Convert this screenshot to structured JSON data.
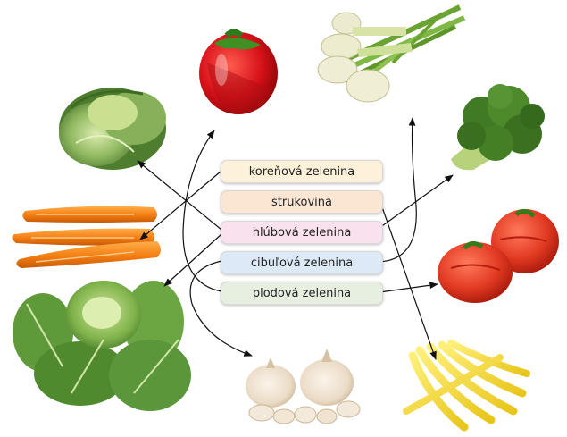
{
  "labels": {
    "root": "koreňová zelenina",
    "legume": "strukovina",
    "leaf": "hlúbová zelenina",
    "bulb": "cibuľová zelenina",
    "fruit": "plodová zelenina"
  },
  "colors": {
    "root": "#fdf1d9",
    "legume": "#fbe6d4",
    "leaf": "#f9e1ee",
    "bulb": "#dde9f7",
    "fruit": "#e7f0e0",
    "arrow": "#111111"
  },
  "vegetables": [
    "red-pepper",
    "spring-onion",
    "savoy-cabbage",
    "broccoli",
    "carrots",
    "tomatoes",
    "cabbage",
    "garlic",
    "yellow-beans"
  ]
}
